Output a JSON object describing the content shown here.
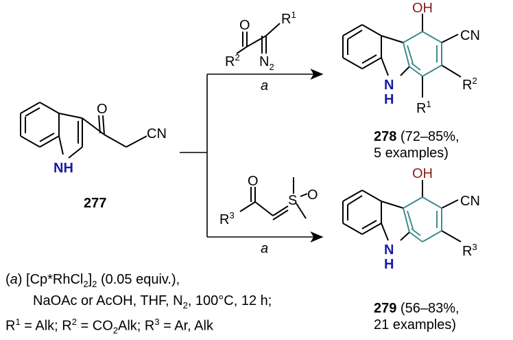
{
  "compounds": {
    "start": {
      "label": "277",
      "nh": "NH",
      "cn": "CN",
      "o": "O"
    },
    "p278": {
      "label": "278",
      "yield_line1": " (72–85%,",
      "yield_line2": "5 examples)",
      "oh": "OH",
      "cn": "CN",
      "nh": "NH",
      "r1": "R",
      "r1_sup": "1",
      "r2": "R",
      "r2_sup": "2"
    },
    "p279": {
      "label": "279",
      "yield_line1": " (56–83%,",
      "yield_line2": "21 examples)",
      "oh": "OH",
      "cn": "CN",
      "nh": "NH",
      "r3": "R",
      "r3_sup": "3"
    }
  },
  "reagents": {
    "diazo": {
      "o": "O",
      "r1": "R",
      "r1_sup": "1",
      "r2": "R",
      "r2_sup": "2",
      "n2": "N",
      "n2_sub": "2"
    },
    "ylide": {
      "o": "O",
      "s": "S",
      "so": "O",
      "r3": "R",
      "r3_sup": "3"
    }
  },
  "arrows": {
    "top_label": "a",
    "bottom_label": "a"
  },
  "conditions": {
    "line1_a": "(",
    "line1_letter": "a",
    "line1_b": ") [Cp*RhCl",
    "line1_sub1": "2",
    "line1_c": "]",
    "line1_sub2": "2",
    "line1_d": " (0.05 equiv.),",
    "line2_a": "NaOAc or AcOH, THF, N",
    "line2_sub": "2",
    "line2_b": ", 100°C, 12 h;",
    "line3_a": "R",
    "line3_sup1": "1",
    "line3_b": " = Alk; R",
    "line3_sup2": "2",
    "line3_c": " = CO",
    "line3_sub": "2",
    "line3_d": "Alk; R",
    "line3_sup3": "3",
    "line3_e": " = Ar, Alk"
  },
  "colors": {
    "heteroatom": "#1a1aa6",
    "hydroxyl": "#8b1a1a",
    "new_ring": "#3d8a8a"
  }
}
